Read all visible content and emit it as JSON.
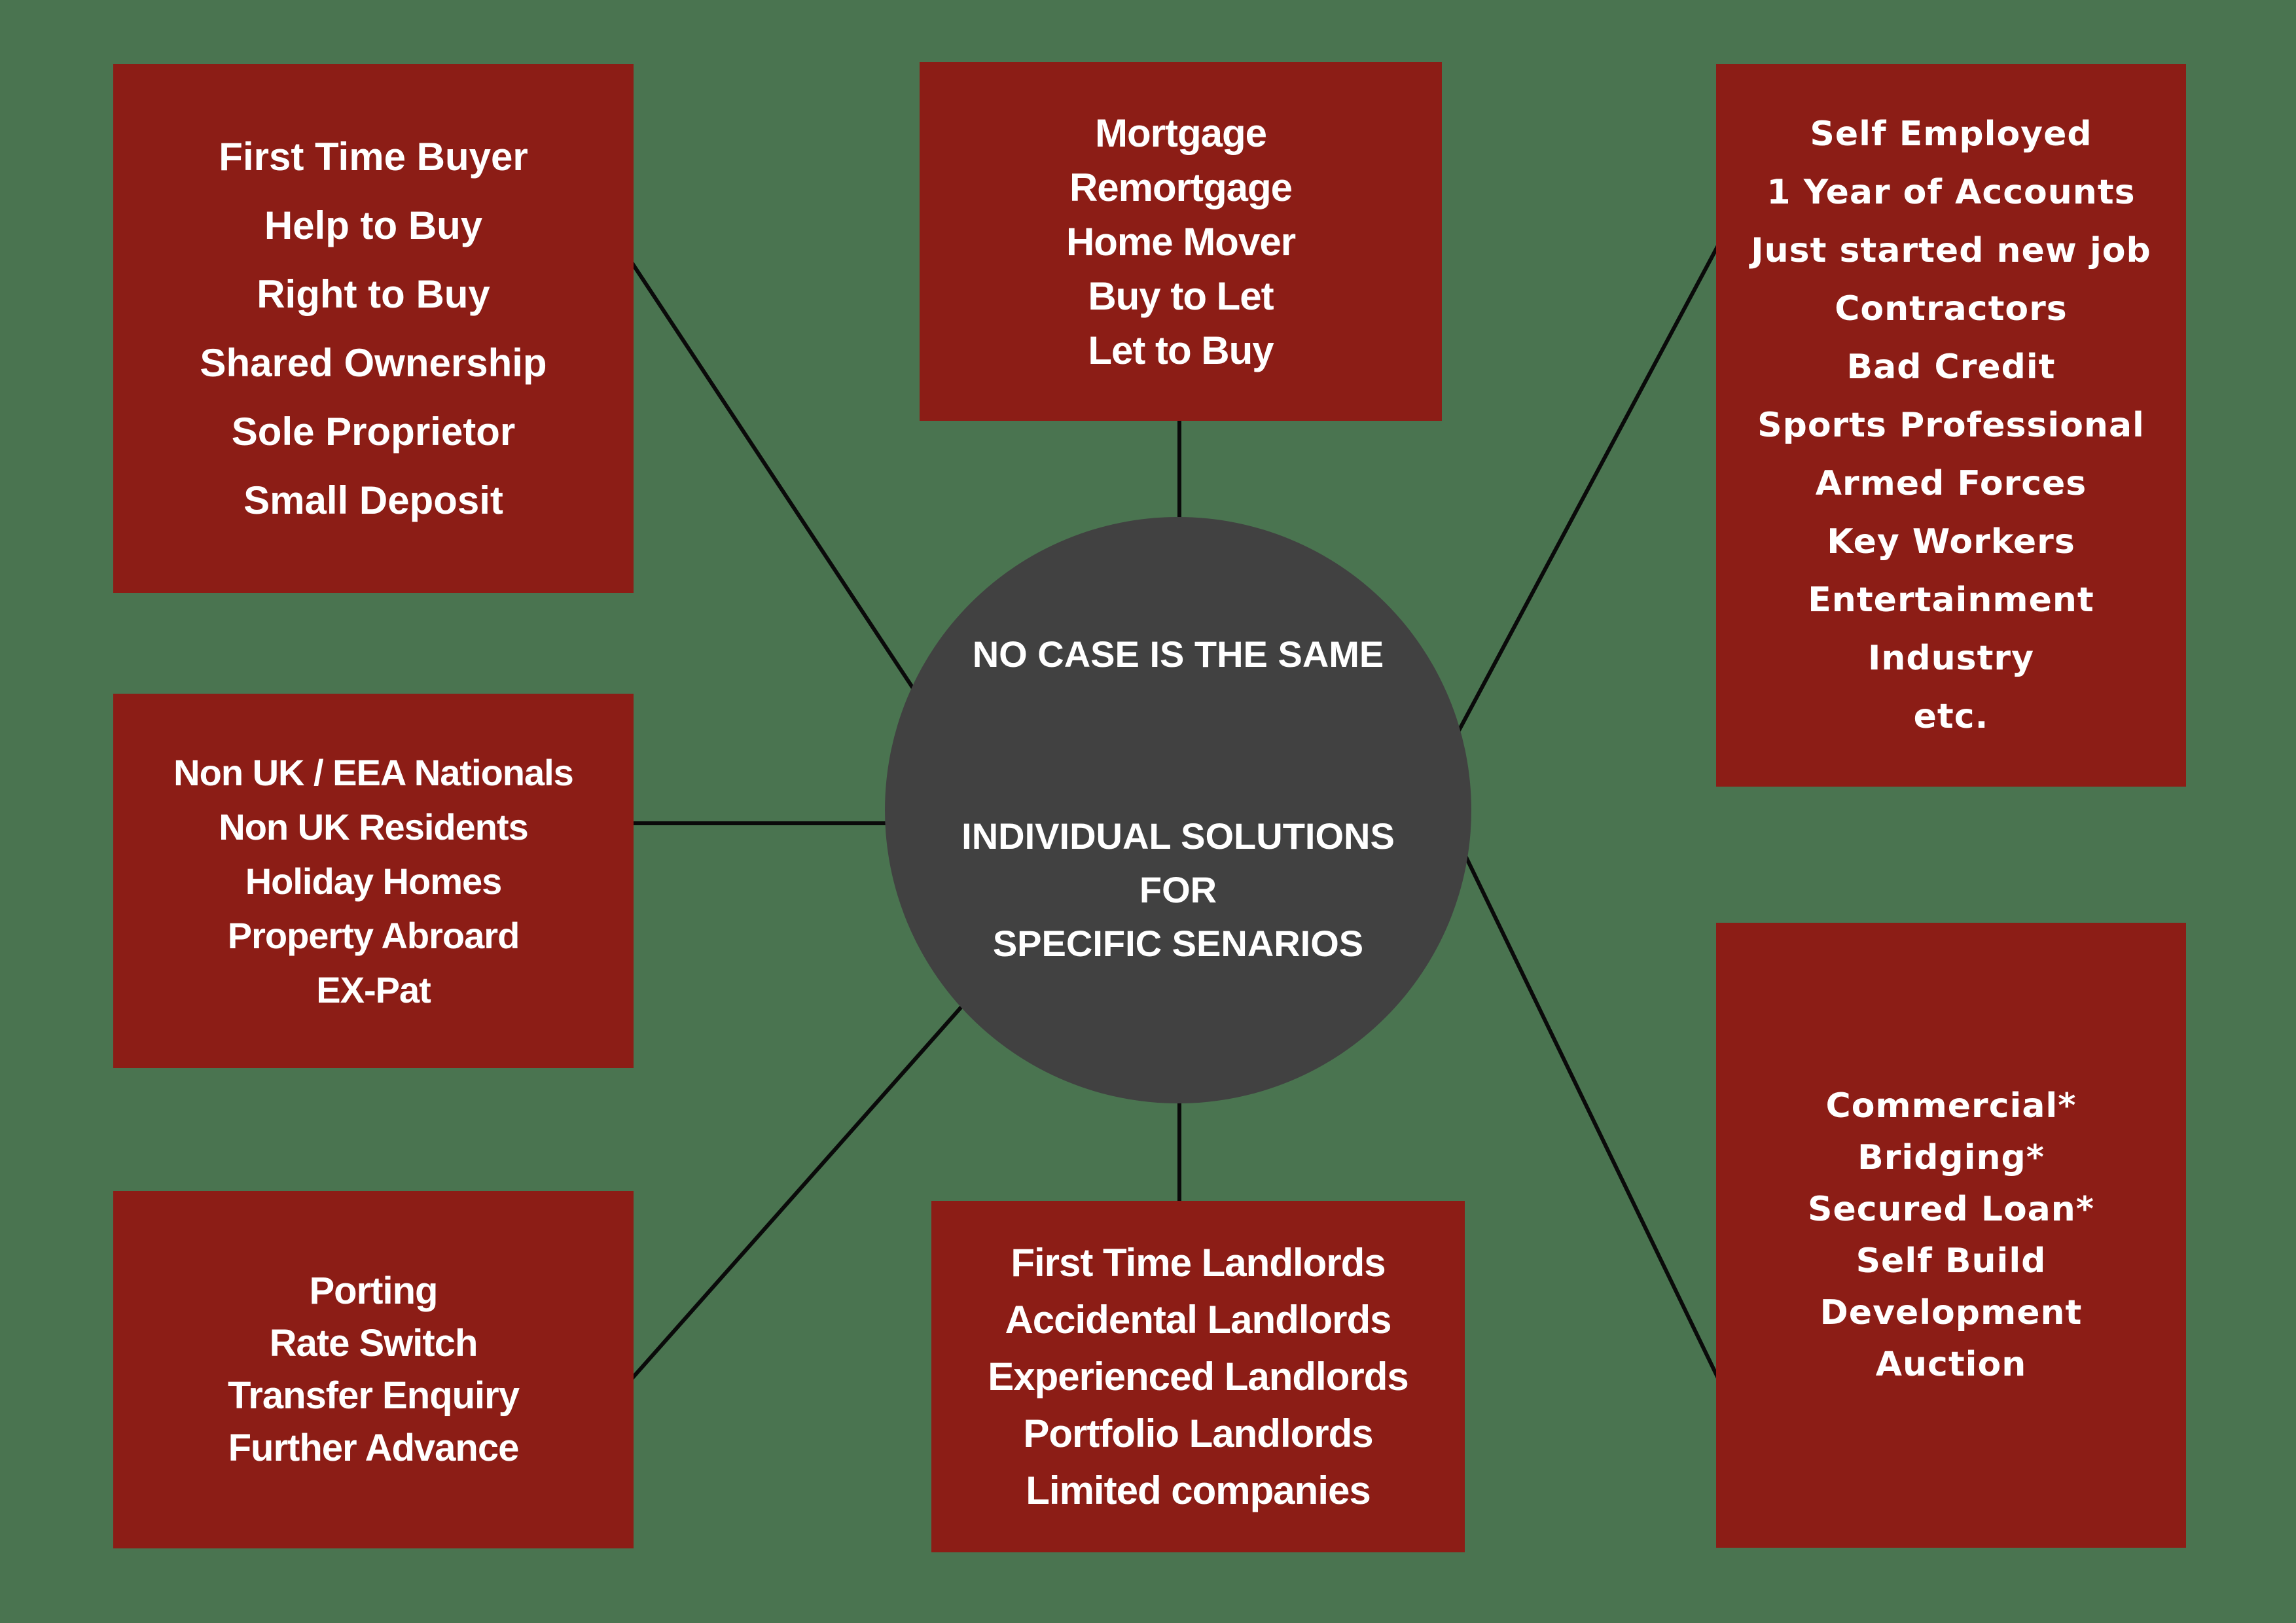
{
  "colors": {
    "background": "#4a7450",
    "box": "#8c1d16",
    "circle": "#414141",
    "line": "#0a0a0a",
    "text": "#ffffff"
  },
  "circle": {
    "lines": [
      "NO CASE IS THE SAME",
      "",
      "INDIVIDUAL SOLUTIONS",
      "FOR",
      "SPECIFIC SENARIOS"
    ]
  },
  "boxes": {
    "top_left": {
      "lines": [
        "First Time Buyer",
        "Help to Buy",
        "Right to Buy",
        "Shared Ownership",
        "Sole Proprietor",
        "Small Deposit"
      ]
    },
    "middle_left": {
      "lines": [
        "Non UK / EEA Nationals",
        "Non UK Residents",
        "Holiday Homes",
        "Property Abroard",
        "EX-Pat"
      ]
    },
    "bottom_left": {
      "lines": [
        "Porting",
        "Rate Switch",
        "Transfer Enquiry",
        "Further Advance"
      ]
    },
    "top_middle": {
      "lines": [
        "Mortgage",
        "Remortgage",
        "Home Mover",
        "Buy to Let",
        "Let to Buy"
      ]
    },
    "bottom_middle": {
      "lines": [
        "First Time Landlords",
        "Accidental Landlords",
        "Experienced Landlords",
        "Portfolio Landlords",
        "Limited companies"
      ]
    },
    "top_right": {
      "lines": [
        "Self Employed",
        "1 Year of Accounts",
        "Just started new job",
        "Contractors",
        "Bad Credit",
        "Sports Professional",
        "Armed Forces",
        "Key Workers",
        "Entertainment",
        "Industry",
        "etc."
      ]
    },
    "bottom_right": {
      "lines": [
        "Commercial*",
        "Bridging*",
        "Secured Loan*",
        "Self Build",
        "Development",
        "Auction"
      ]
    }
  }
}
